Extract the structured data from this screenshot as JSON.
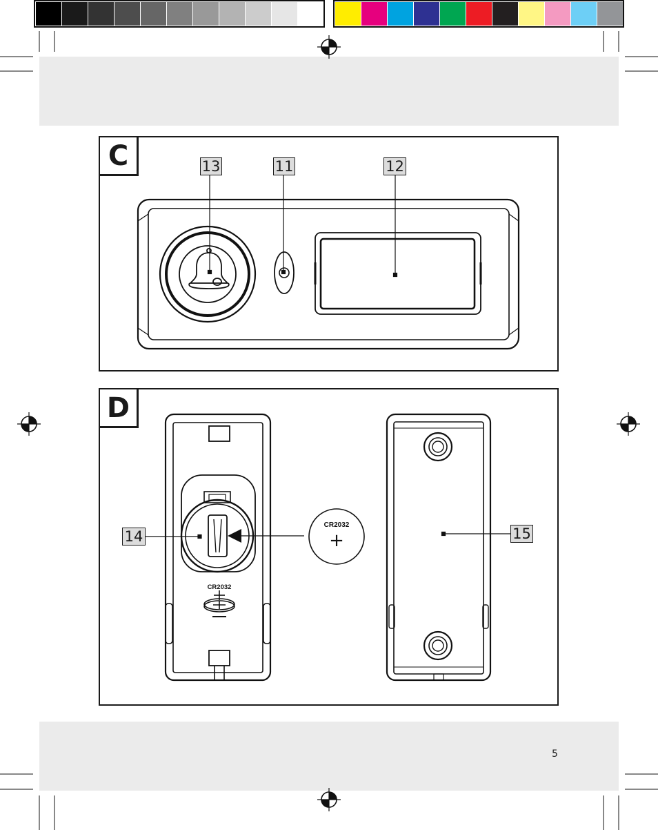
{
  "color_bar": {
    "grays": [
      "#000000",
      "#1a1a1a",
      "#333333",
      "#4d4d4d",
      "#666666",
      "#808080",
      "#999999",
      "#b3b3b3",
      "#cccccc",
      "#e6e6e6",
      "#ffffff"
    ],
    "colors": [
      "#ffed00",
      "#e6007e",
      "#00a3e0",
      "#2e3192",
      "#00a651",
      "#ed1c24",
      "#231f20",
      "#fff685",
      "#f49ac1",
      "#6dcff6",
      "#939598"
    ]
  },
  "panel_c": {
    "letter": "C",
    "callouts": {
      "bell_button": "13",
      "led": "11",
      "label_window": "12"
    }
  },
  "panel_d": {
    "letter": "D",
    "callouts": {
      "battery_holder": "14",
      "back_cover": "15"
    },
    "battery_label": "CR2032",
    "battery_plus": "+",
    "holder_label": "CR2032"
  },
  "page_number": "5"
}
